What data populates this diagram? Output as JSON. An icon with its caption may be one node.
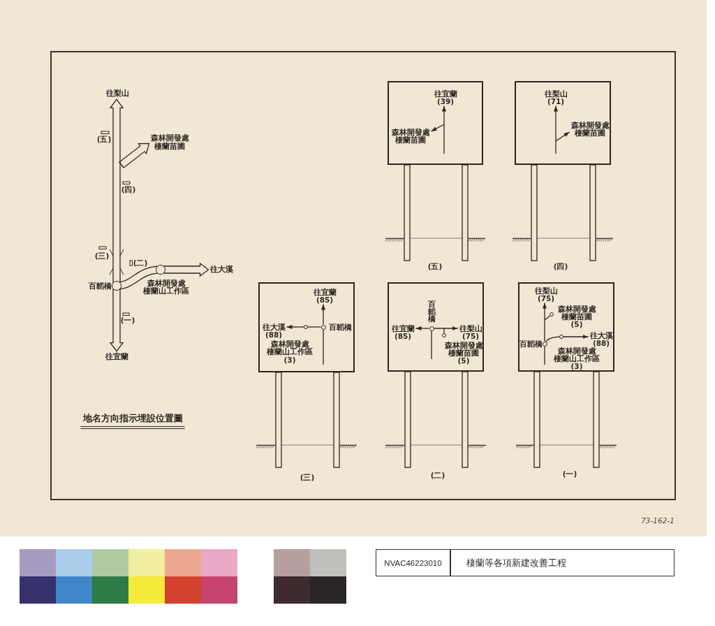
{
  "diagram": {
    "title": "地名方向指示埋設位置圖",
    "nodes": [
      {
        "text": [
          "往梨山"
        ]
      },
      {
        "text": [
          "森林開發處棲蘭苗圃"
        ]
      },
      {
        "text": [
          "往大溪"
        ]
      },
      {
        "text": [],
        "shape": "circle",
        "beside": [
          "百韜橋"
        ]
      },
      {
        "text": [],
        "shape": "circle",
        "beside": [
          "森林開發處棲蘭山工作區"
        ]
      },
      {
        "text": [
          "往宜蘭"
        ]
      },
      {
        "text": [],
        "shape": "box"
      },
      {
        "text": [
          "往宜蘭",
          "(39)"
        ],
        "in": 6
      },
      {
        "text": [
          "森林開發處棲蘭苗圃"
        ],
        "in": 6
      },
      {
        "text": [],
        "shape": "box"
      },
      {
        "text": [
          "往梨山",
          "(71)"
        ],
        "in": 9
      },
      {
        "text": [
          "森林開發處棲蘭苗圃"
        ],
        "in": 9
      },
      {
        "text": [],
        "shape": "box"
      },
      {
        "text": [
          "往宜蘭",
          "(85)"
        ],
        "in": 12
      },
      {
        "text": [
          "往大溪",
          "(88)"
        ],
        "in": 12
      },
      {
        "text": [],
        "shape": "circle",
        "in": 12,
        "beside": [
          "森林開發處棲蘭山工作區",
          "(3)"
        ]
      },
      {
        "text": [],
        "shape": "circle",
        "in": 12,
        "beside": [
          "百韜橋"
        ]
      },
      {
        "text": [],
        "shape": "box"
      },
      {
        "text": [],
        "shape": "circle",
        "in": 17,
        "beside": [
          "百韜橋"
        ]
      },
      {
        "text": [
          "往宜蘭",
          "(85)"
        ],
        "in": 17
      },
      {
        "text": [
          "往梨山",
          "(75)"
        ],
        "in": 17
      },
      {
        "text": [],
        "shape": "circle",
        "in": 17,
        "beside": [
          "森林開發處棲蘭苗圃",
          "(5)"
        ]
      },
      {
        "text": [],
        "shape": "box"
      },
      {
        "text": [
          "往梨山",
          "(75)"
        ],
        "in": 22
      },
      {
        "text": [],
        "shape": "circle",
        "in": 22,
        "beside": [
          "森林開發處棲蘭苗圃",
          "(5)"
        ]
      },
      {
        "text": [
          "往大溪",
          "(88)"
        ],
        "in": 22
      },
      {
        "text": [],
        "shape": "circle",
        "in": 22,
        "beside": [
          "百韜橋"
        ]
      },
      {
        "text": [],
        "shape": "circle",
        "in": 22,
        "beside": [
          "森林開發處棲蘭山工作區",
          "(3)"
        ]
      }
    ],
    "edges": [
      {
        "from": 3,
        "to": 0,
        "arrow": "to"
      },
      {
        "from": null,
        "to": 1,
        "arrow": "to"
      },
      {
        "from": 3,
        "to": 4,
        "arrow": "none"
      },
      {
        "from": 4,
        "to": 2,
        "arrow": "to"
      },
      {
        "from": 3,
        "to": 5,
        "arrow": "to"
      },
      {
        "from": null,
        "to": 7,
        "arrow": "to"
      },
      {
        "from": null,
        "to": 8,
        "arrow": "to"
      },
      {
        "from": null,
        "to": 10,
        "arrow": "to"
      },
      {
        "from": null,
        "to": 11,
        "arrow": "to"
      },
      {
        "from": null,
        "to": 16,
        "arrow": "none"
      },
      {
        "from": 16,
        "to": 13,
        "arrow": "to"
      },
      {
        "from": 16,
        "to": 15,
        "arrow": "none"
      },
      {
        "from": 15,
        "to": 14,
        "arrow": "to"
      },
      {
        "from": null,
        "to": 18,
        "arrow": "none"
      },
      {
        "from": 18,
        "to": 19,
        "arrow": "to"
      },
      {
        "from": 18,
        "to": 20,
        "arrow": "to"
      },
      {
        "from": null,
        "to": 21,
        "arrow": "none"
      },
      {
        "from": null,
        "to": 26,
        "arrow": "none"
      },
      {
        "from": 26,
        "to": 23,
        "arrow": "to"
      },
      {
        "from": null,
        "to": 24,
        "arrow": "none"
      },
      {
        "from": 26,
        "to": 27,
        "arrow": "none"
      },
      {
        "from": 27,
        "to": 25,
        "arrow": "to"
      }
    ],
    "labels": [
      "(五)",
      "(四)",
      "(三)",
      "(二)",
      "(一)",
      "(五)",
      "(四)",
      "(三)",
      "(二)",
      "(一)",
      "73-162-1",
      "NVAC46223010",
      "棲蘭等各項新建改善工程"
    ]
  }
}
